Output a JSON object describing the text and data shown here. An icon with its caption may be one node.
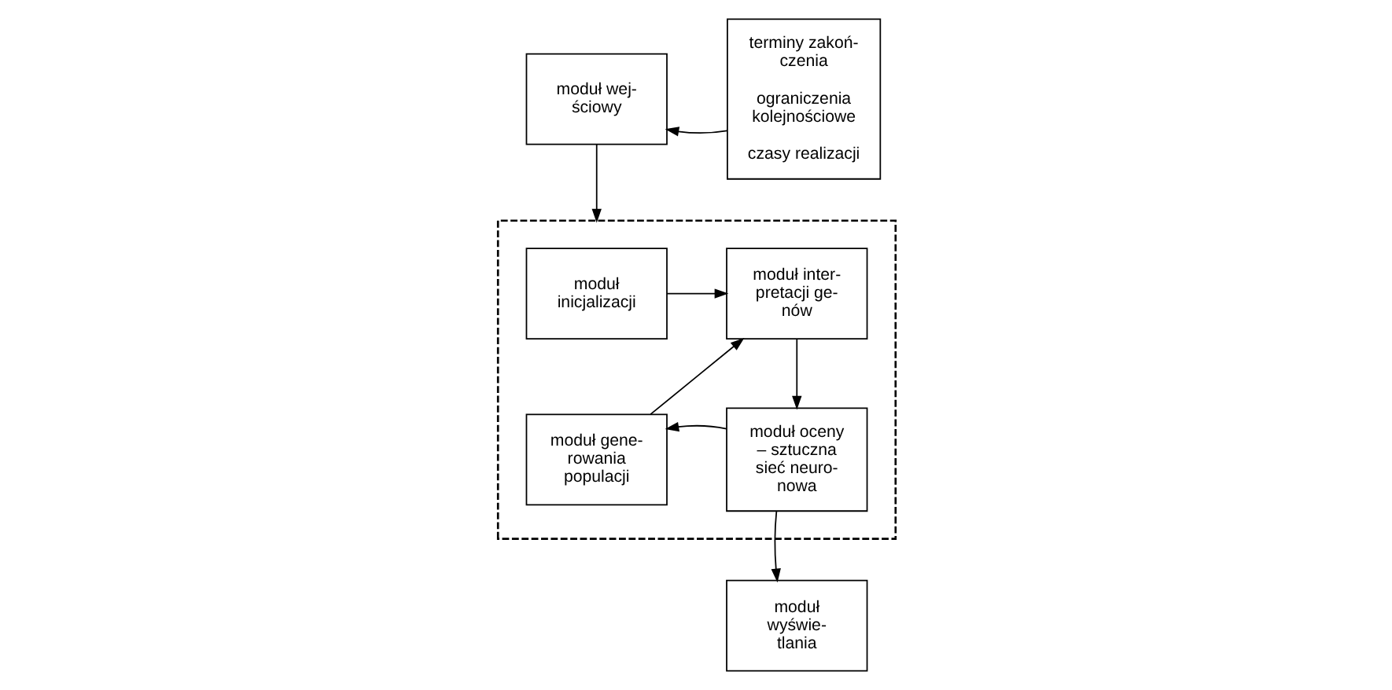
{
  "diagram": {
    "nodes": [
      {
        "text": [
          "moduł wej- ściowy"
        ]
      },
      {
        "text": [],
        "shape": "box"
      },
      {
        "text": [
          "moduł inicjalizacji"
        ],
        "in": 1
      },
      {
        "text": [
          "moduł inter- pretacji ge- nów"
        ],
        "in": 1
      },
      {
        "text": [
          "terminy zakoń- czenia",
          "ograniczenia kolejnościowe",
          "czasy realizacji"
        ]
      },
      {
        "text": [
          "moduł gene- rowania populacji"
        ],
        "in": 1
      },
      {
        "text": [
          "moduł oceny – sztuczna sieć neuro- nowa"
        ],
        "in": 1
      },
      {
        "text": [
          "moduł wyświe- tlania"
        ]
      }
    ],
    "edges": [
      {
        "from": 4,
        "to": 0,
        "arrow": "to"
      },
      {
        "from": 0,
        "to": 1,
        "arrow": "to"
      },
      {
        "from": 2,
        "to": 3,
        "arrow": "to"
      },
      {
        "from": 3,
        "to": 6,
        "arrow": "to"
      },
      {
        "from": 6,
        "to": 5,
        "arrow": "to"
      },
      {
        "from": 5,
        "to": 3,
        "arrow": "to"
      },
      {
        "from": 6,
        "to": 7,
        "arrow": "to"
      }
    ]
  }
}
